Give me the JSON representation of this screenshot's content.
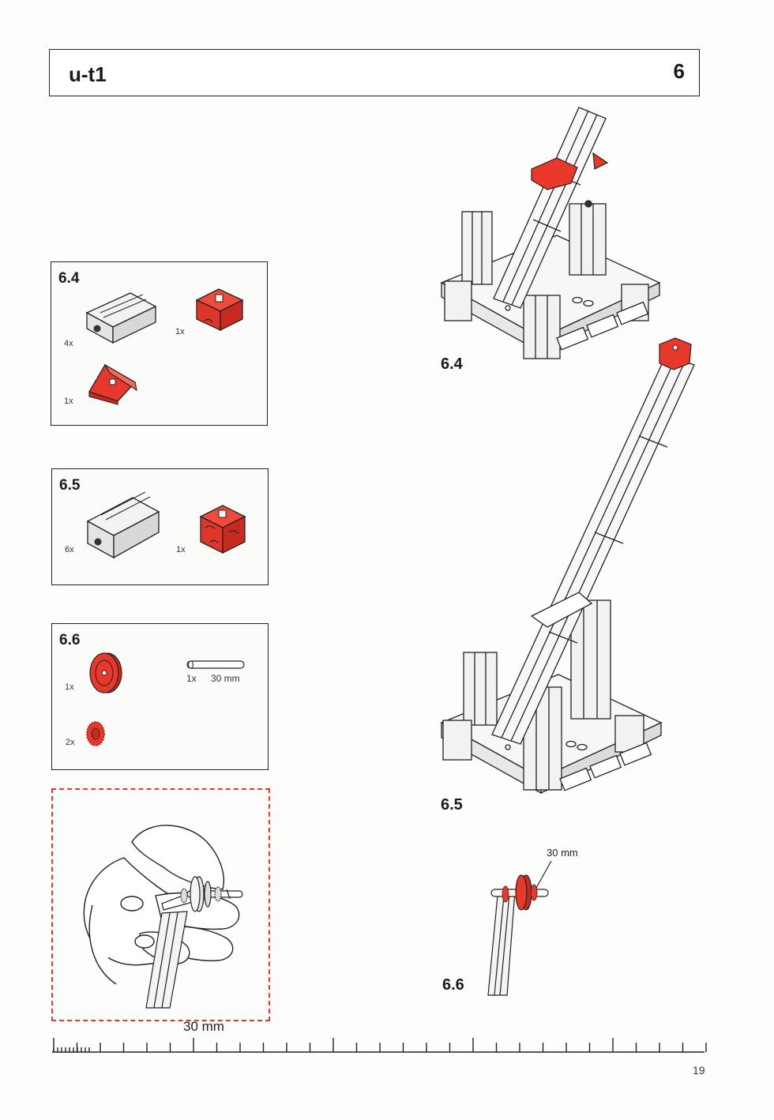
{
  "header": {
    "title": "u-t1",
    "step": "6"
  },
  "panels": [
    {
      "id": "6.4",
      "title": "6.4",
      "items": [
        {
          "icon": "gray-building-block-icon",
          "qty": "4x"
        },
        {
          "icon": "red-angle-block-icon",
          "qty": "1x"
        },
        {
          "icon": "red-wedge-block-icon",
          "qty": "1x"
        }
      ]
    },
    {
      "id": "6.5",
      "title": "6.5",
      "items": [
        {
          "icon": "gray-building-block-icon",
          "qty": "6x"
        },
        {
          "icon": "red-cross-connector-icon",
          "qty": "1x"
        }
      ]
    },
    {
      "id": "6.6",
      "title": "6.6",
      "items": [
        {
          "icon": "red-pulley-wheel-icon",
          "qty": "1x"
        },
        {
          "icon": "axle-icon",
          "qty": "1x",
          "size": "30 mm"
        },
        {
          "icon": "red-gear-icon",
          "qty": "2x"
        }
      ]
    }
  ],
  "illustrations": {
    "step_64": "6.4",
    "step_65": "6.5",
    "step_66": "6.6",
    "axle_dimension": "30 mm"
  },
  "ruler": {
    "label": "30 mm"
  },
  "page_number": "19",
  "colors": {
    "accent_red": "#e8372b",
    "line": "#222222"
  }
}
